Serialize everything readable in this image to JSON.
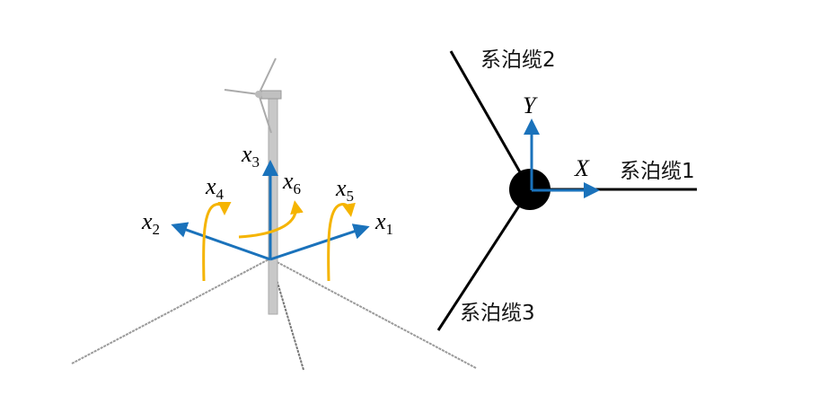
{
  "left_figure": {
    "axes": [
      {
        "var": "x",
        "sub": "1"
      },
      {
        "var": "x",
        "sub": "2"
      },
      {
        "var": "x",
        "sub": "3"
      },
      {
        "var": "x",
        "sub": "4"
      },
      {
        "var": "x",
        "sub": "5"
      },
      {
        "var": "x",
        "sub": "6"
      }
    ]
  },
  "right_figure": {
    "axis_x": "X",
    "axis_y": "Y",
    "mooring_lines": [
      "系泊缆1",
      "系泊缆2",
      "系泊缆3"
    ]
  },
  "colors": {
    "translation": "#1a72bb",
    "rotation": "#f5b400",
    "line": "#000000",
    "mooring_gray": "#9a9a9a"
  }
}
